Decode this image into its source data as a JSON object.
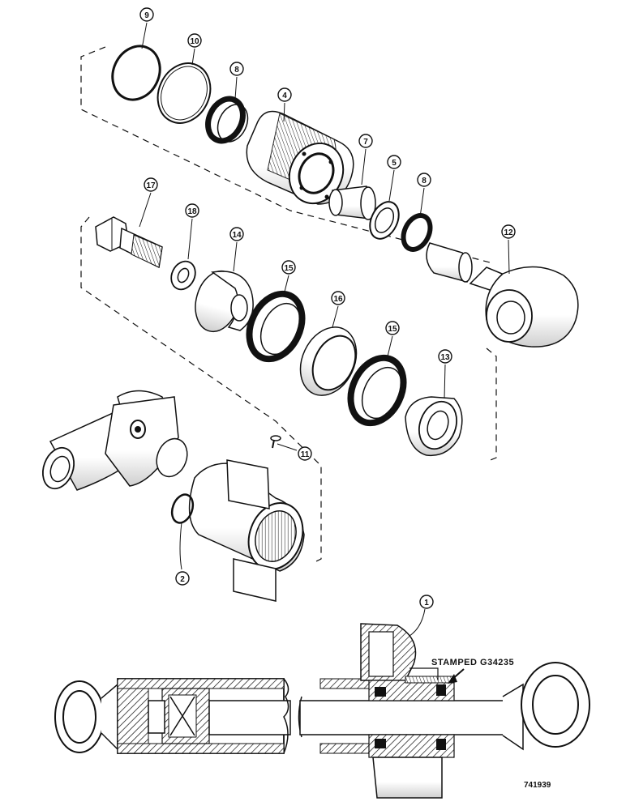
{
  "callouts": {
    "c9": "9",
    "c10": "10",
    "c8a": "8",
    "c4": "4",
    "c7": "7",
    "c5": "5",
    "c8b": "8",
    "c17": "17",
    "c18": "18",
    "c14": "14",
    "c15a": "15",
    "c12": "12",
    "c16": "16",
    "c15b": "15",
    "c13": "13",
    "c11": "11",
    "c2": "2",
    "c1": "1"
  },
  "stamp_note": "STAMPED G34235",
  "drawing_number": "741939",
  "colors": {
    "ink": "#111111",
    "paper": "#ffffff",
    "shade": "#8a8a8a"
  }
}
